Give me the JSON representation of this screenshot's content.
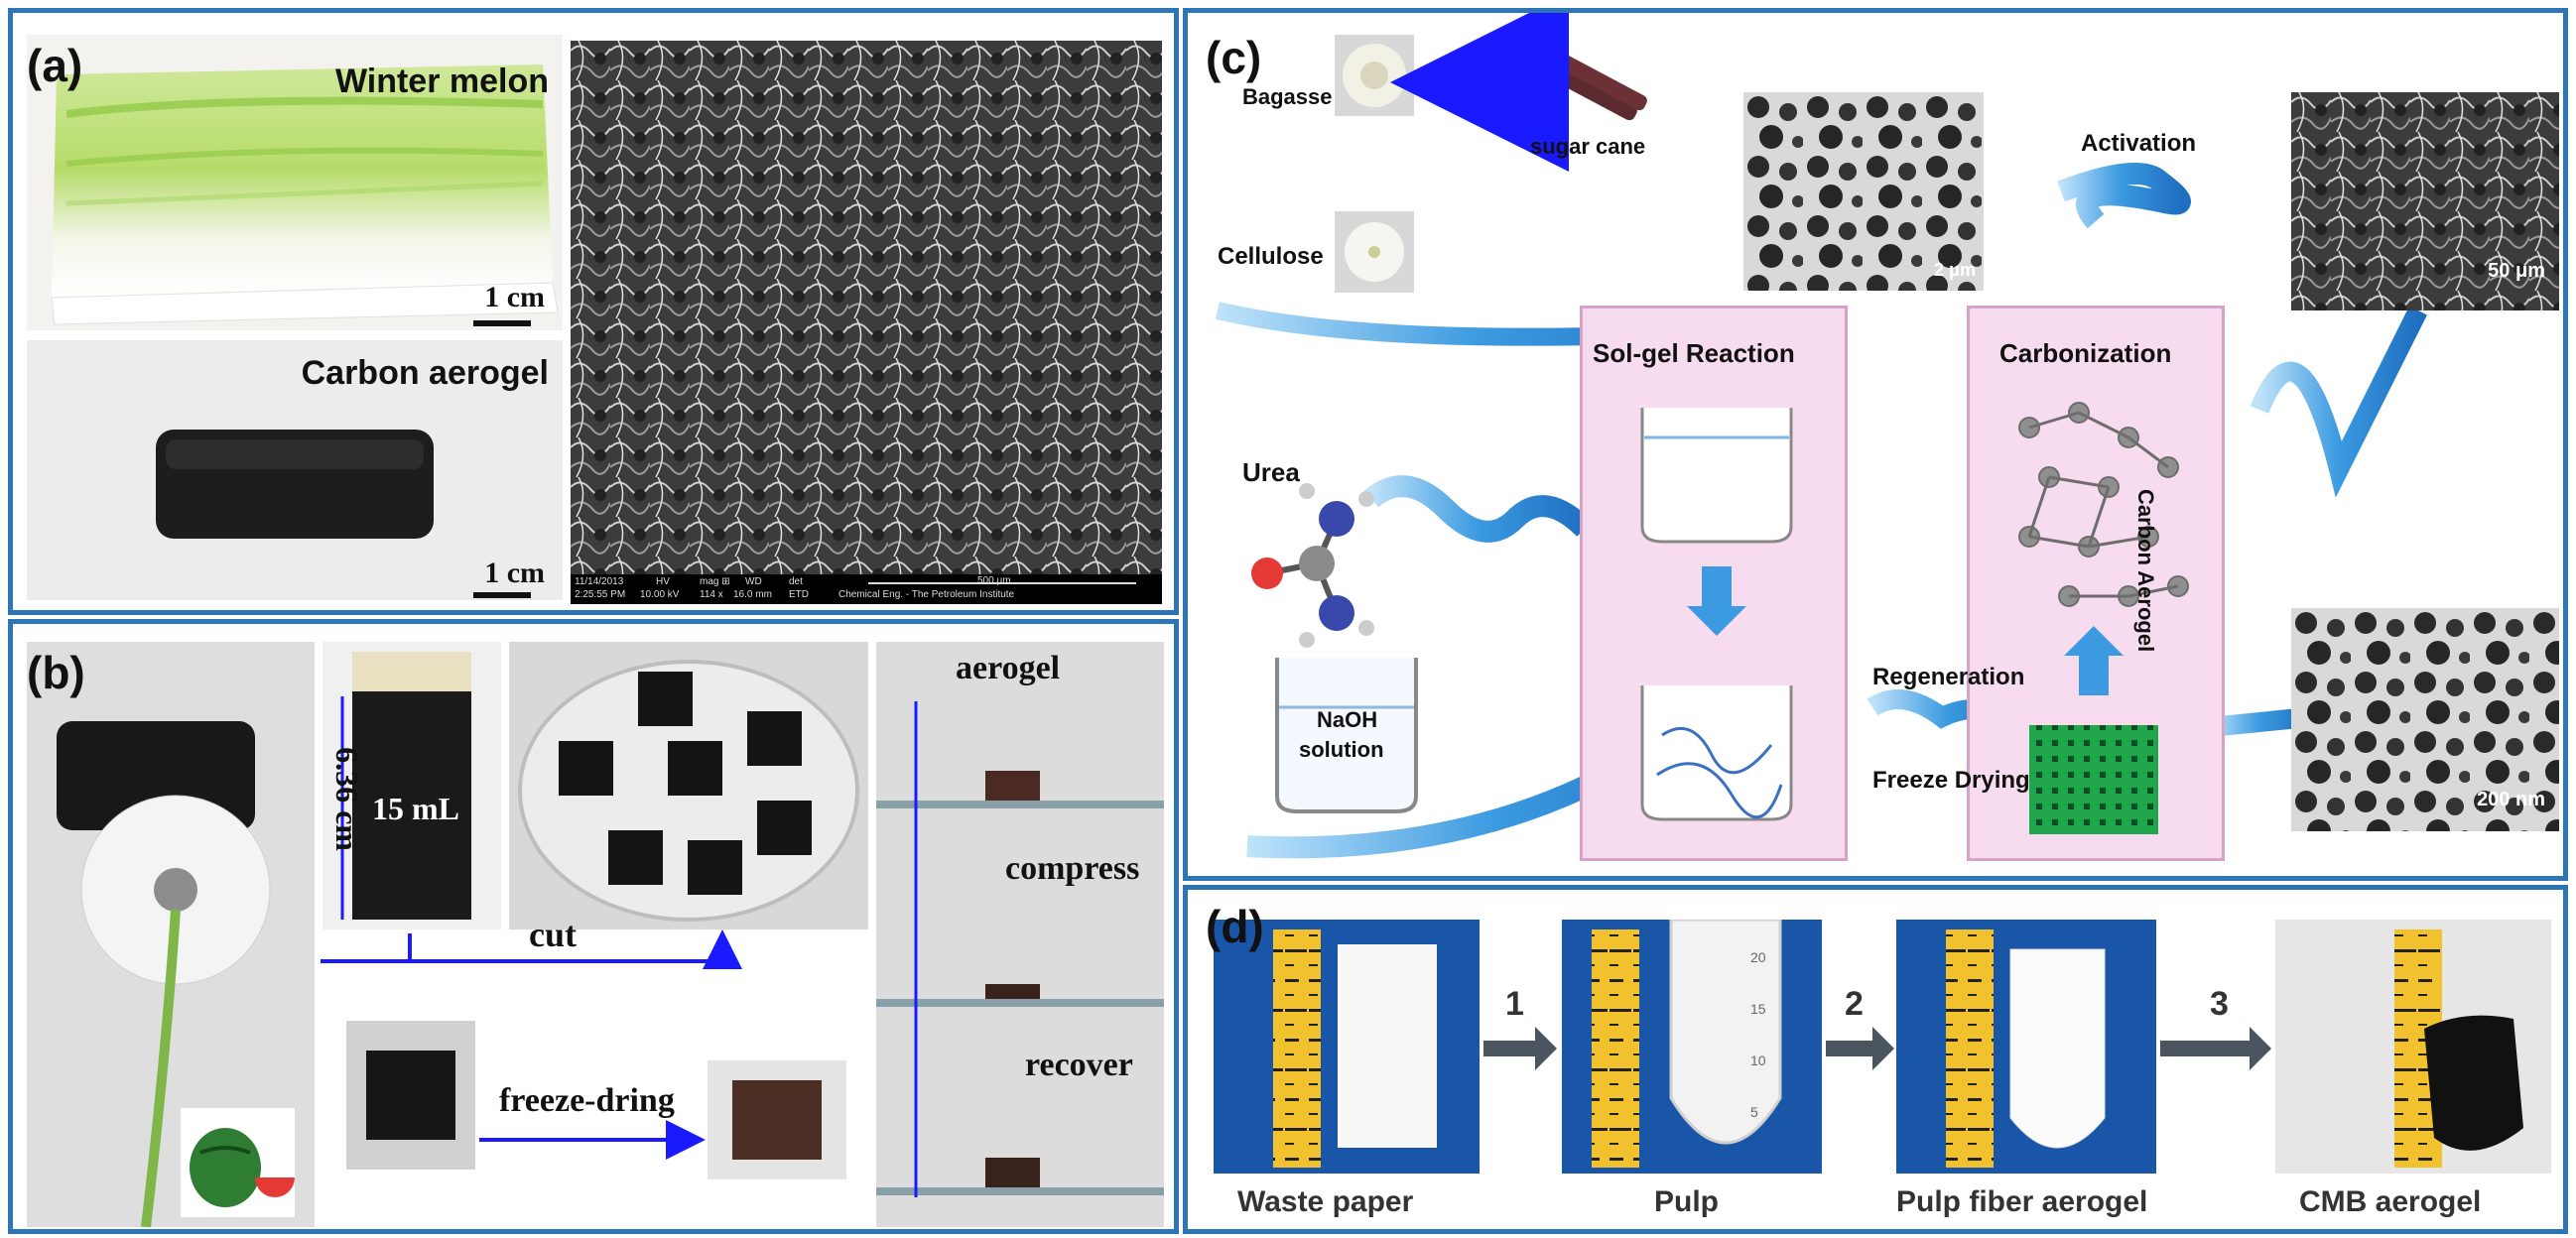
{
  "panels": {
    "a": {
      "label": "(a)",
      "winter_melon": "Winter melon",
      "carbon_aerogel": "Carbon aerogel",
      "scale_top": "1 cm",
      "scale_bottom": "1 cm",
      "sem_footer": {
        "date": "11/14/2013",
        "time": "2:25:55 PM",
        "hv_head": "HV",
        "hv": "10.00 kV",
        "mag_head": "mag ⊞",
        "mag": "114 x",
        "wd_head": "WD",
        "wd": "16.0 mm",
        "det_head": "det",
        "det": "ETD",
        "scale": "500 μm",
        "institution": "Chemical Eng. - The Petroleum Institute"
      }
    },
    "b": {
      "label": "(b)",
      "height": "6.36 cm",
      "volume": "15 mL",
      "cut": "cut",
      "freeze": "freeze-dring",
      "aerogel": "aerogel",
      "compress": "compress",
      "recover": "recover"
    },
    "c": {
      "label": "(c)",
      "bagasse": "Bagasse",
      "sugar_cane": "sugar cane",
      "cellulose": "Cellulose",
      "urea": "Urea",
      "naoh": "NaOH",
      "solution": "solution",
      "solgel": "Sol-gel Reaction",
      "carbonization": "Carbonization",
      "carbon_aerogel": "Carbon Aerogel",
      "regeneration": "Regeneration",
      "freeze_drying": "Freeze Drying",
      "activation": "Activation",
      "scale_2um": "2 μm",
      "scale_50um": "50 μm",
      "scale_200nm": "200 nm"
    },
    "d": {
      "label": "(d)",
      "step1": "1",
      "step2": "2",
      "step3": "3",
      "cap1": "Waste paper",
      "cap2": "Pulp",
      "cap3": "Pulp fiber aerogel",
      "cap4": "CMB aerogel",
      "tube_marks": [
        "20",
        "15",
        "10",
        "5"
      ]
    }
  },
  "colors": {
    "frame": "#2e75b6",
    "arrow_blue": "#1a1aff",
    "swirl": "#4aa3e0",
    "pink_box": "#f7dcef"
  }
}
